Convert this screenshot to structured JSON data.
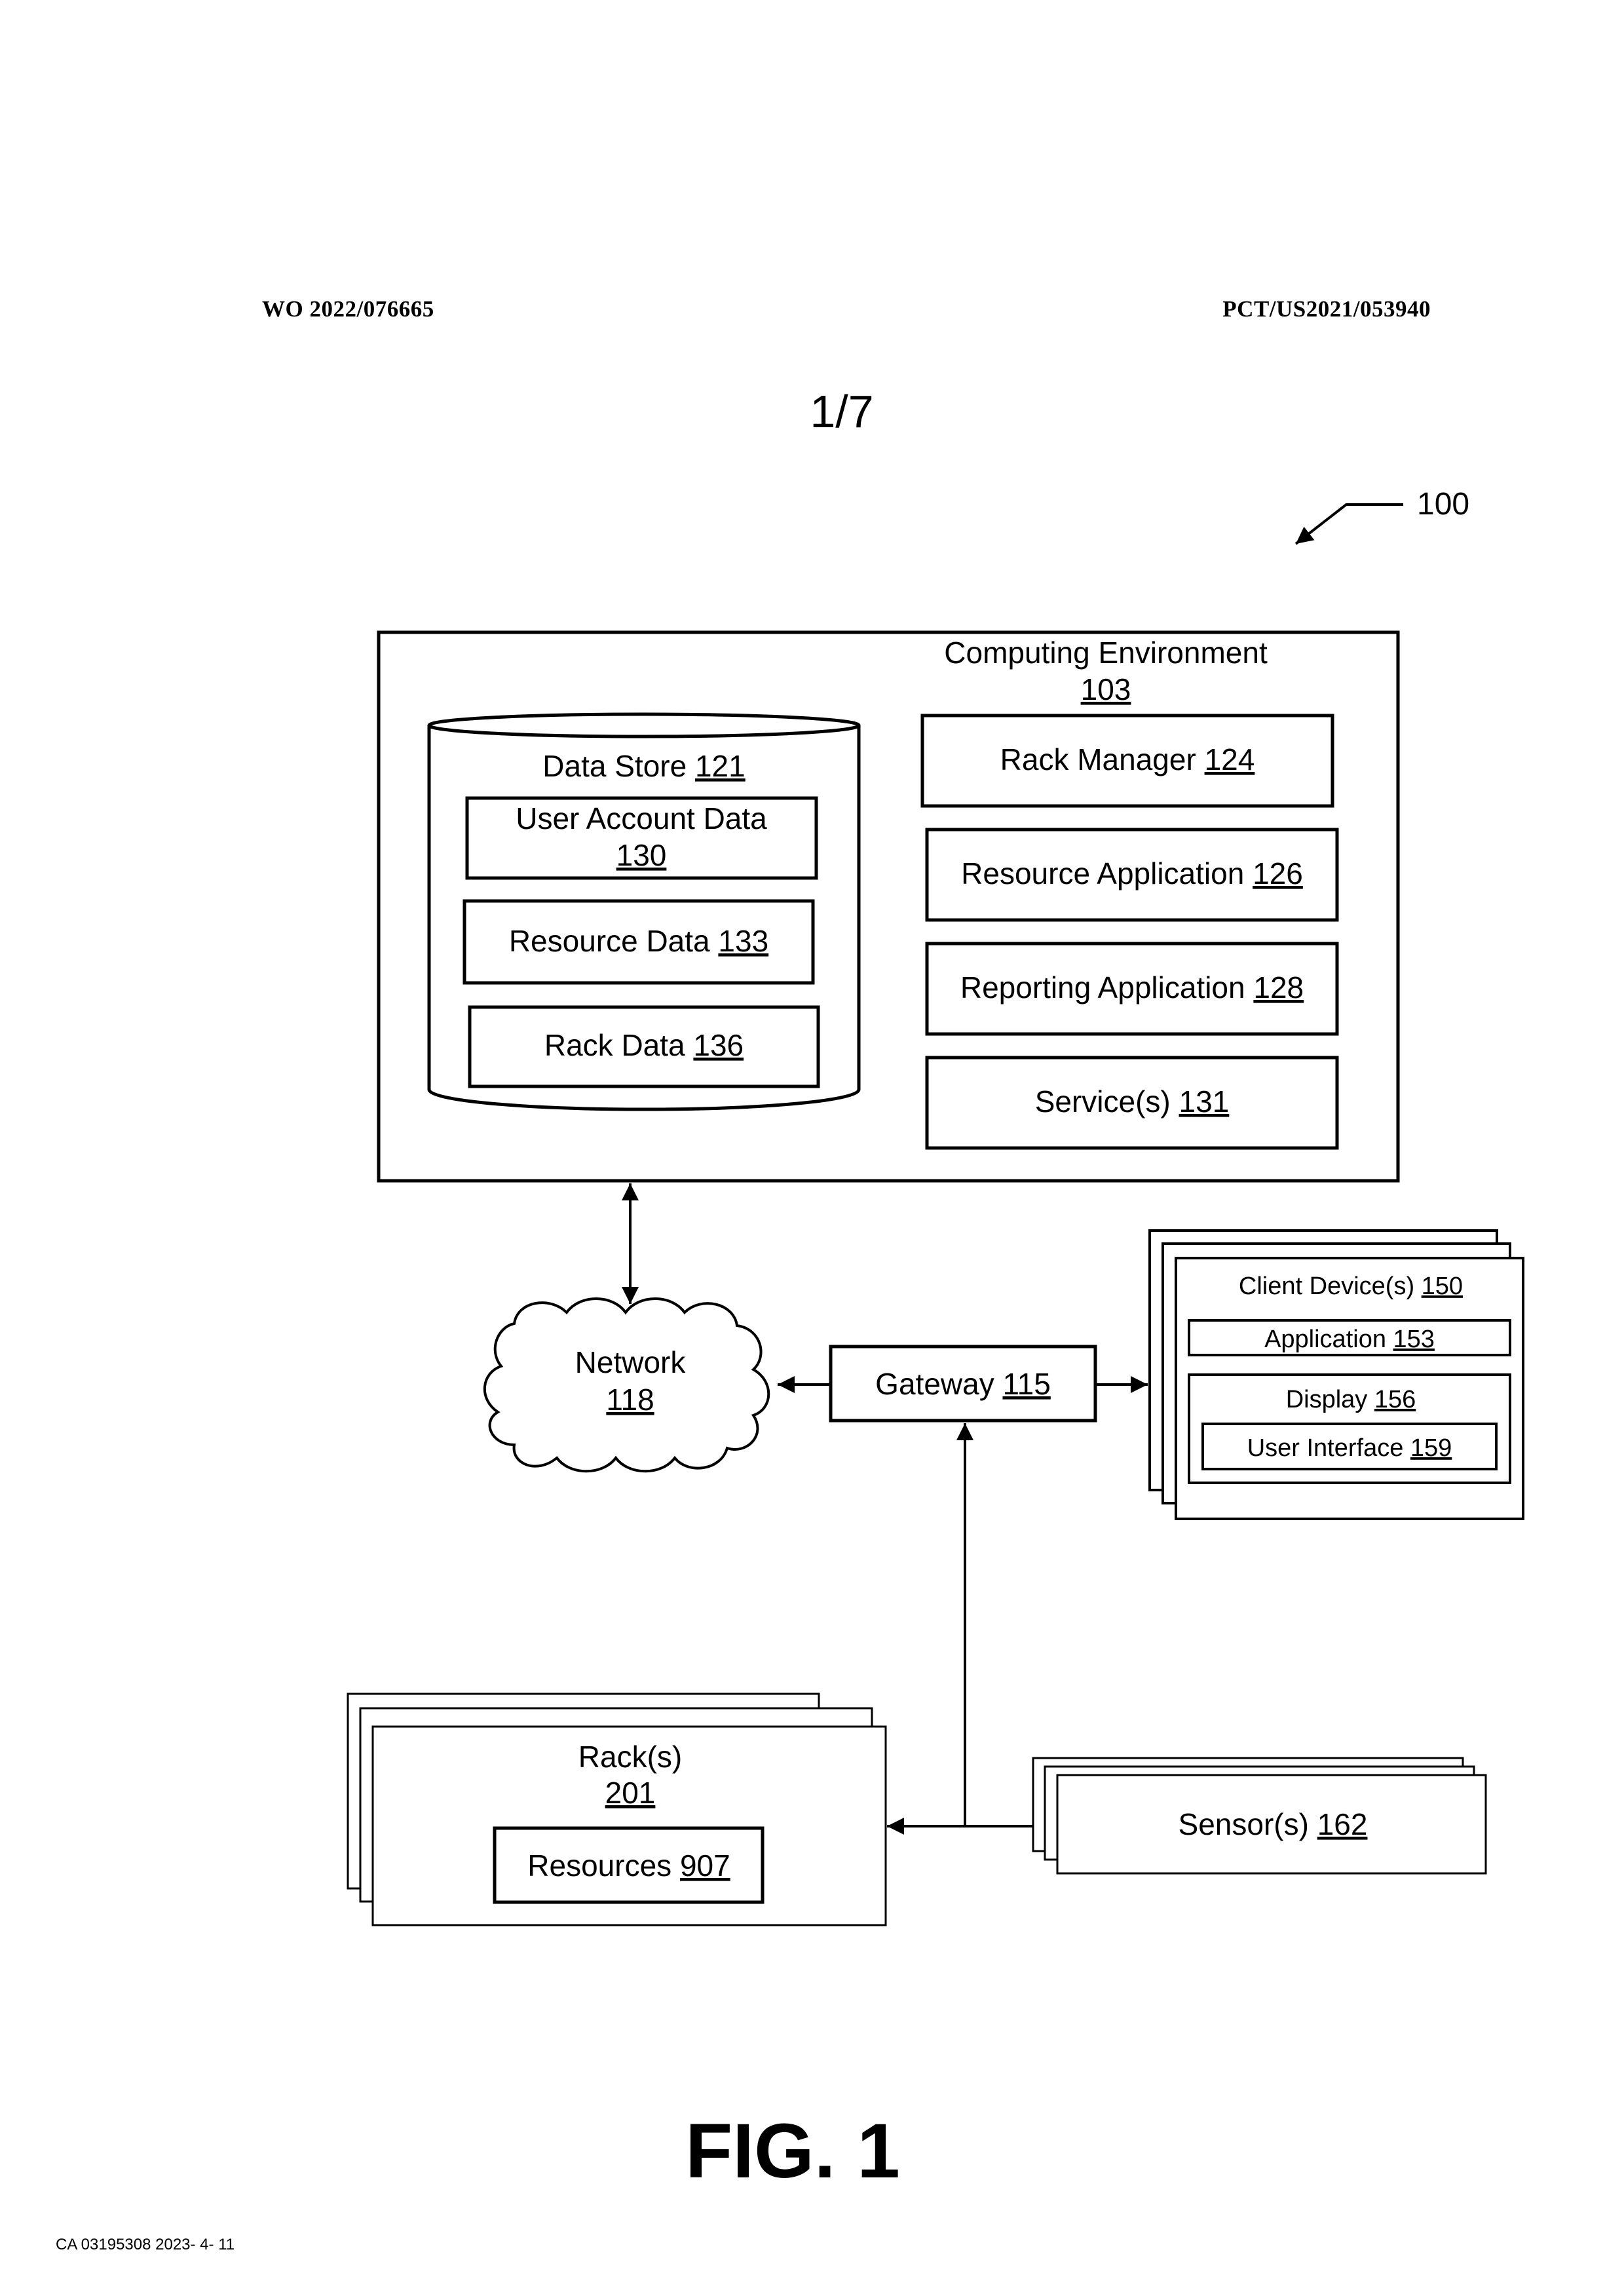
{
  "header": {
    "publication_number": "WO 2022/076665",
    "application_number": "PCT/US2021/053940"
  },
  "sheet": "1/7",
  "figure_ref": "100",
  "figure_label": "FIG. 1",
  "footer": "CA 03195308 2023- 4- 11",
  "computing_environment": {
    "name": "Computing Environment",
    "ref": "103"
  },
  "data_store": {
    "name": "Data Store",
    "ref": "121"
  },
  "user_account_data": {
    "name": "User Account Data",
    "ref": "130"
  },
  "resource_data": {
    "name": "Resource Data",
    "ref": "133"
  },
  "rack_data": {
    "name": "Rack Data",
    "ref": "136"
  },
  "rack_manager": {
    "name": "Rack Manager",
    "ref": "124"
  },
  "resource_application": {
    "name": "Resource Application",
    "ref": "126"
  },
  "reporting_application": {
    "name": "Reporting Application",
    "ref": "128"
  },
  "services": {
    "name": "Service(s)",
    "ref": "131"
  },
  "network": {
    "name": "Network",
    "ref": "118"
  },
  "gateway": {
    "name": "Gateway",
    "ref": "115"
  },
  "client_devices": {
    "name": "Client Device(s)",
    "ref": "150"
  },
  "application": {
    "name": "Application",
    "ref": "153"
  },
  "display": {
    "name": "Display",
    "ref": "156"
  },
  "user_interface": {
    "name": "User Interface",
    "ref": "159"
  },
  "racks": {
    "name": "Rack(s)",
    "ref": "201"
  },
  "resources": {
    "name": "Resources",
    "ref": "907"
  },
  "sensors": {
    "name": "Sensor(s)",
    "ref": "162"
  }
}
